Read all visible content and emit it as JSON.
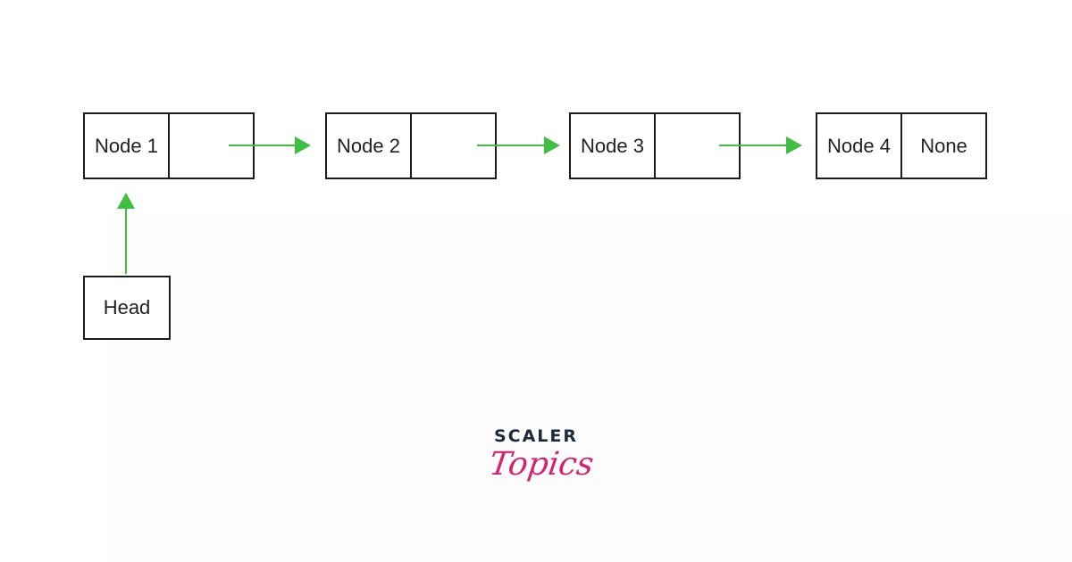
{
  "nodes": [
    {
      "label": "Node 1",
      "next": ""
    },
    {
      "label": "Node 2",
      "next": ""
    },
    {
      "label": "Node 3",
      "next": ""
    },
    {
      "label": "Node 4",
      "next": "None"
    }
  ],
  "head": {
    "label": "Head"
  },
  "logo": {
    "line1": "SCALER",
    "line2": "Topics"
  },
  "colors": {
    "arrow": "#3fbf3f",
    "border": "#1c1c1c",
    "logo_dark": "#1b2a3d",
    "logo_accent": "#d6236e"
  }
}
